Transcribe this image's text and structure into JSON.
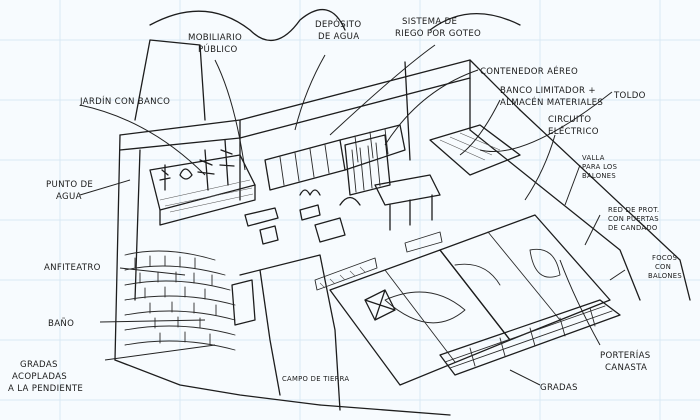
{
  "labels": {
    "mobiliario_1": "MOBILIARIO",
    "mobiliario_2": "PÚBLICO",
    "deposito_1": "DEPÓSITO",
    "deposito_2": "DE AGUA",
    "riego_1": "SISTEMA DE",
    "riego_2": "RIEGO POR GOTEO",
    "contenedor": "CONTENEDOR AÉREO",
    "banco_1": "BANCO LIMITADOR +",
    "banco_2": "ALMACÉN MATERIALES",
    "toldo": "TOLDO",
    "jardin": "JARDÍN CON BANCO",
    "circuito_1": "CIRCUITO",
    "circuito_2": "ELÉCTRICO",
    "valla_1": "VALLA",
    "valla_2": "PARA LOS",
    "valla_3": "BALONES",
    "punto_1": "PUNTO DE",
    "punto_2": "AGUA",
    "red_1": "RED DE PROT.",
    "red_2": "CON PUERTAS",
    "red_3": "DE CANDADO",
    "focos_1": "FOCOS",
    "focos_2": "CON",
    "focos_3": "BALONES",
    "anfiteatro": "ANFITEATRO",
    "bano": "BAÑO",
    "gradas_ac_1": "GRADAS",
    "gradas_ac_2": "ACOPLADAS",
    "gradas_ac_3": "A LA PENDIENTE",
    "porterias_1": "PORTERÍAS",
    "porterias_2": "CANASTA",
    "gradas": "GRADAS",
    "campo_tierra": "CAMPO DE TIERRA"
  },
  "colors": {
    "ink": "#1d1d1d",
    "paper": "#f7fbfe",
    "grid": "#d8e8f4"
  }
}
